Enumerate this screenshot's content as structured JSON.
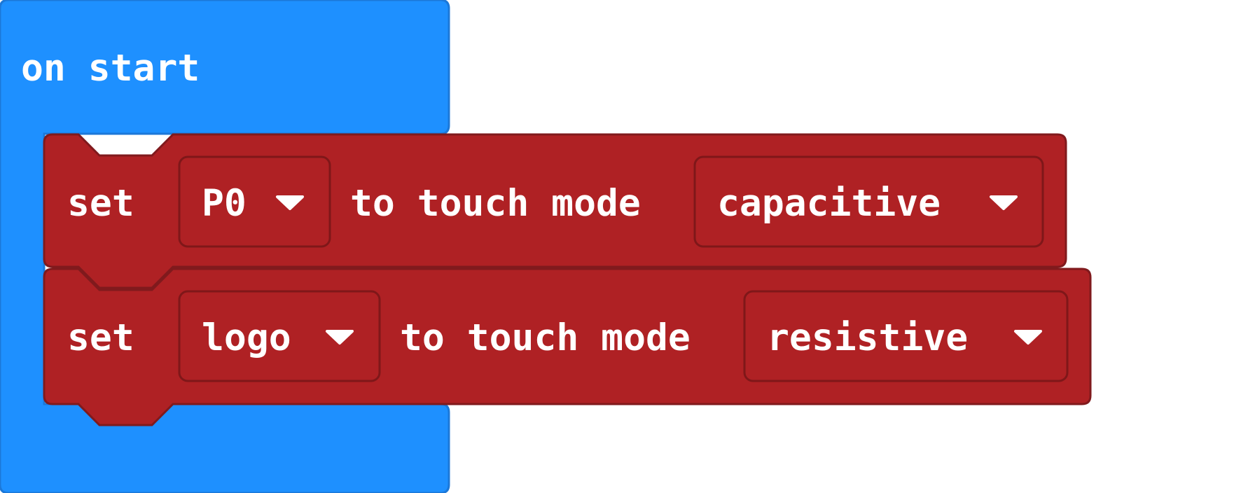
{
  "workspace": {
    "colors": {
      "events_block": "#1e90ff",
      "events_block_border": "#1c78d8",
      "pins_block": "#af2124",
      "pins_block_border": "#801a1d",
      "text": "#ffffff"
    },
    "on_start": {
      "label": "on start"
    },
    "statements": [
      {
        "verb": "set",
        "pin_value": "P0",
        "middle_text": "to touch mode",
        "mode_value": "capacitive"
      },
      {
        "verb": "set",
        "pin_value": "logo",
        "middle_text": "to touch mode",
        "mode_value": "resistive"
      }
    ],
    "icons": {
      "dropdown": "dropdown-triangle-icon"
    }
  }
}
